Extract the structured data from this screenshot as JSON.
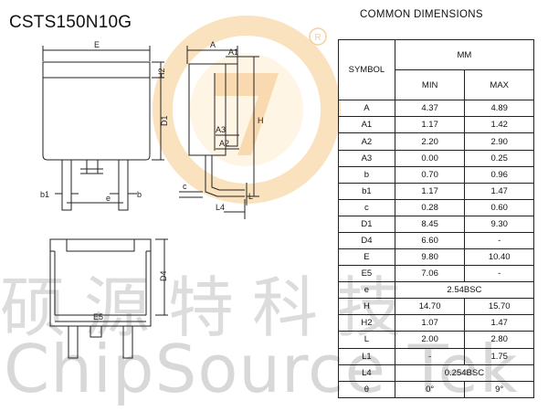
{
  "part_number": "CSTS150N10G",
  "table_title": "COMMON DIMENSIONS",
  "table": {
    "symbol_header": "SYMBOL",
    "unit_header": "MM",
    "min_header": "MIN",
    "max_header": "MAX",
    "rows": [
      {
        "symbol": "A",
        "min": "4.37",
        "max": "4.89"
      },
      {
        "symbol": "A1",
        "min": "1.17",
        "max": "1.42"
      },
      {
        "symbol": "A2",
        "min": "2.20",
        "max": "2.90"
      },
      {
        "symbol": "A3",
        "min": "0.00",
        "max": "0.25"
      },
      {
        "symbol": "b",
        "min": "0.70",
        "max": "0.96"
      },
      {
        "symbol": "b1",
        "min": "1.17",
        "max": "1.47"
      },
      {
        "symbol": "c",
        "min": "0.28",
        "max": "0.60"
      },
      {
        "symbol": "D1",
        "min": "8.45",
        "max": "9.30"
      },
      {
        "symbol": "D4",
        "min": "6.60",
        "max": "-"
      },
      {
        "symbol": "E",
        "min": "9.80",
        "max": "10.40"
      },
      {
        "symbol": "E5",
        "min": "7.06",
        "max": "-"
      },
      {
        "symbol": "e",
        "span": "2.54BSC"
      },
      {
        "symbol": "H",
        "min": "14.70",
        "max": "15.70"
      },
      {
        "symbol": "H2",
        "min": "1.07",
        "max": "1.47"
      },
      {
        "symbol": "L",
        "min": "2.00",
        "max": "2.80"
      },
      {
        "symbol": "L1",
        "min": "-",
        "max": "1.75"
      },
      {
        "symbol": "L4",
        "span": "0.254BSC"
      },
      {
        "symbol": "θ",
        "min": "0°",
        "max": "9°"
      }
    ]
  },
  "drawing_labels": {
    "E": "E",
    "H2": "H2",
    "D1": "D1",
    "b1": "b1",
    "b": "b",
    "e": "e",
    "A": "A",
    "A1": "A1",
    "A2": "A2",
    "A3": "A3",
    "H": "H",
    "c": "c",
    "L": "L",
    "L4": "L4",
    "E5": "E5",
    "D4": "D4"
  },
  "watermark": {
    "chinese": "硕源特科技",
    "english": "ChipSource Tek"
  },
  "colors": {
    "logo_orange": "#f5c88c",
    "logo_yellow": "#fbe6b4",
    "watermark_gray": "#d2d2d2"
  }
}
